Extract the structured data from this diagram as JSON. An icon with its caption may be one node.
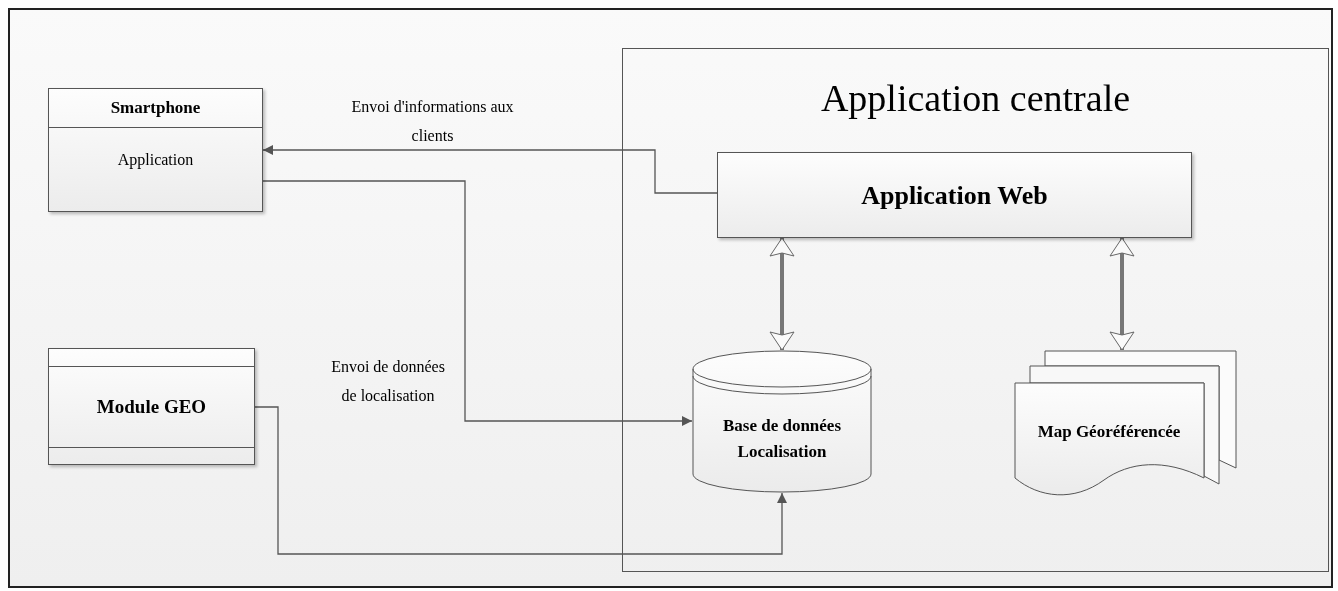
{
  "diagram": {
    "nodes": [
      {
        "text": [
          "Smartphone",
          "Application"
        ]
      },
      {
        "text": [
          "Module GEO"
        ]
      },
      {
        "text": [
          "Application centrale"
        ]
      },
      {
        "text": [
          "Application Web"
        ],
        "in": 2
      },
      {
        "text": [
          "Base de données Localisation"
        ],
        "in": 2
      },
      {
        "text": [
          "Map Géoréférencée"
        ],
        "in": 2
      }
    ],
    "edges": [
      {
        "from": 3,
        "to": 0,
        "arrow": "to",
        "label": "Envoi d'informations aux clients"
      },
      {
        "from": 0,
        "to": 4,
        "arrow": "to",
        "label": "Envoi de données de localisation"
      },
      {
        "from": 1,
        "to": 4,
        "arrow": "to"
      },
      {
        "from": 3,
        "to": 4,
        "arrow": "both",
        "style": "thick"
      },
      {
        "from": 3,
        "to": 5,
        "arrow": "both",
        "style": "thick"
      }
    ]
  }
}
